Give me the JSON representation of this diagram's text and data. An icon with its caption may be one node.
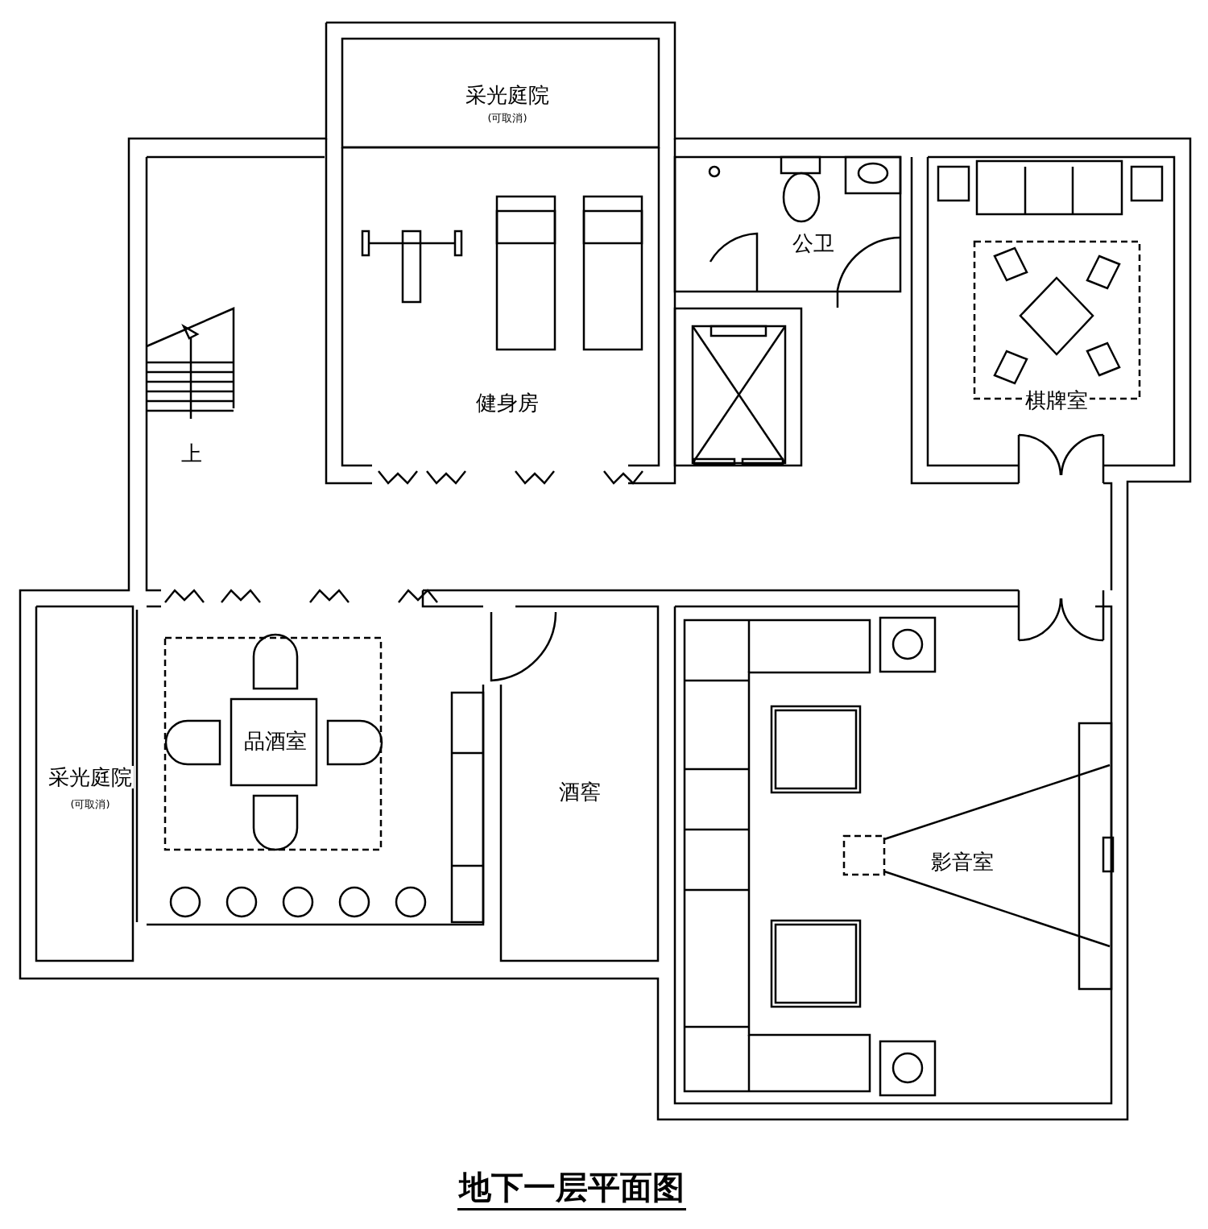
{
  "diagram": {
    "caption": "地下一层平面图",
    "nodes": [
      {
        "text": [
          "采光庭院",
          "(可取消)"
        ]
      },
      {
        "text": [
          "健身房"
        ]
      },
      {
        "text": [
          "公卫"
        ]
      },
      {
        "text": [
          "棋牌室"
        ]
      },
      {
        "text": [
          "采光庭院",
          "(可取消)"
        ]
      },
      {
        "text": [
          "品酒室"
        ]
      },
      {
        "text": [
          "酒窖"
        ]
      },
      {
        "text": [
          "影音室"
        ]
      }
    ],
    "labels": [
      "上"
    ]
  }
}
